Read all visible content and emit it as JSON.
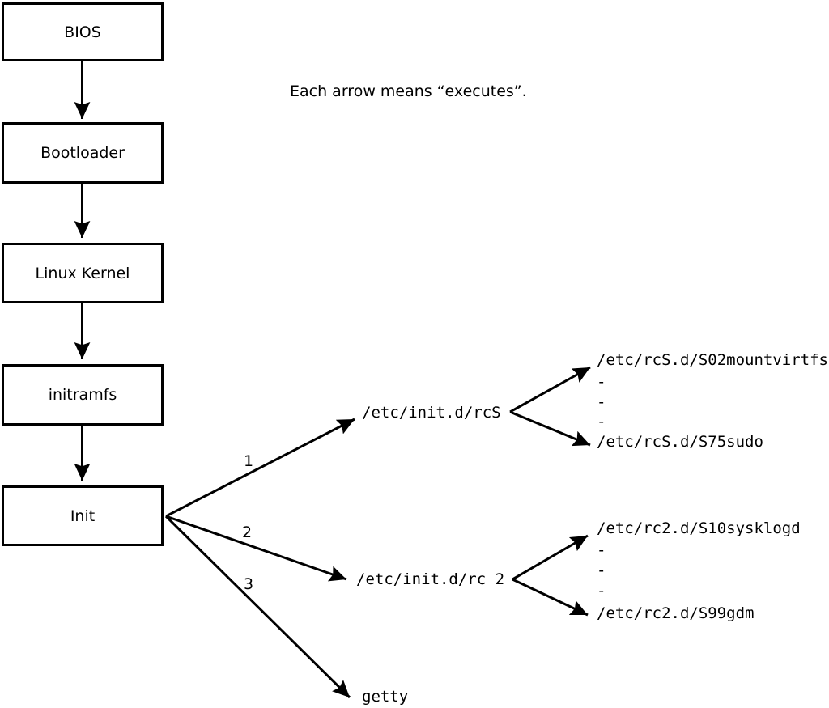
{
  "note": "Each arrow means “executes”.",
  "chain": [
    {
      "label": "BIOS"
    },
    {
      "label": "Bootloader"
    },
    {
      "label": "Linux Kernel"
    },
    {
      "label": "initramfs"
    },
    {
      "label": "Init"
    }
  ],
  "branches": [
    {
      "number": "1",
      "target": "/etc/init.d/rcS",
      "scripts": [
        "/etc/rcS.d/S02mountvirtfs",
        "-",
        "-",
        "-",
        "/etc/rcS.d/S75sudo"
      ]
    },
    {
      "number": "2",
      "target": "/etc/init.d/rc 2",
      "scripts": [
        "/etc/rc2.d/S10sysklogd",
        "-",
        "-",
        "-",
        "/etc/rc2.d/S99gdm"
      ]
    },
    {
      "number": "3",
      "target": "getty",
      "scripts": []
    }
  ],
  "colors": {
    "line": "#000000",
    "background": "#ffffff",
    "box_fill": "#ffffff"
  }
}
